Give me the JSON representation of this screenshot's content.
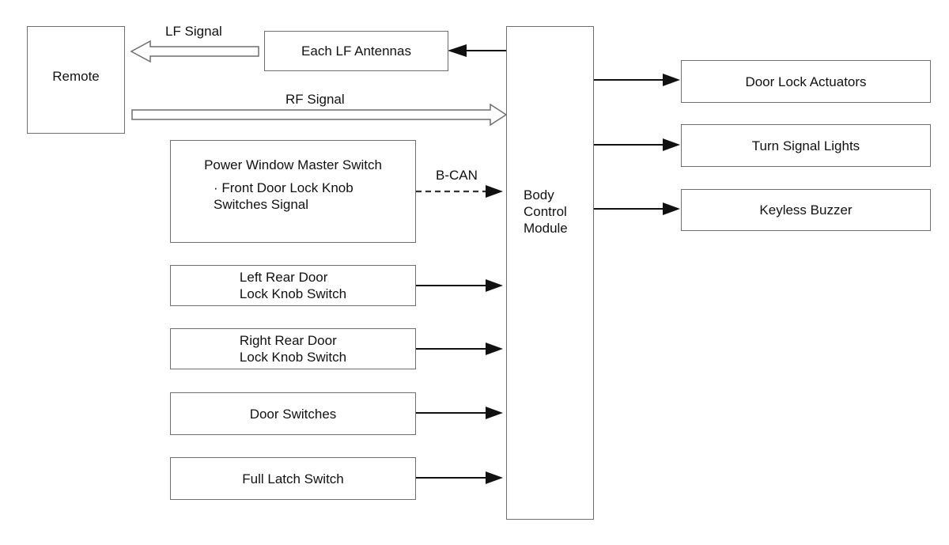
{
  "remote": "Remote",
  "lf_antennas": "Each LF Antennas",
  "lf_signal": "LF Signal",
  "rf_signal": "RF Signal",
  "bcm": "Body\nControl\nModule",
  "pwms": {
    "title": "Power Window Master Switch",
    "detail": "· Front Door Lock Knob\nSwitches Signal"
  },
  "bcan": "B-CAN",
  "inputs": {
    "left_rear": "Left Rear Door\nLock Knob Switch",
    "right_rear": "Right Rear Door\nLock Knob Switch",
    "door_switches": "Door Switches",
    "full_latch": "Full Latch Switch"
  },
  "outputs": {
    "door_lock": "Door Lock Actuators",
    "turn_signal": "Turn Signal Lights",
    "keyless_buzzer": "Keyless Buzzer"
  }
}
